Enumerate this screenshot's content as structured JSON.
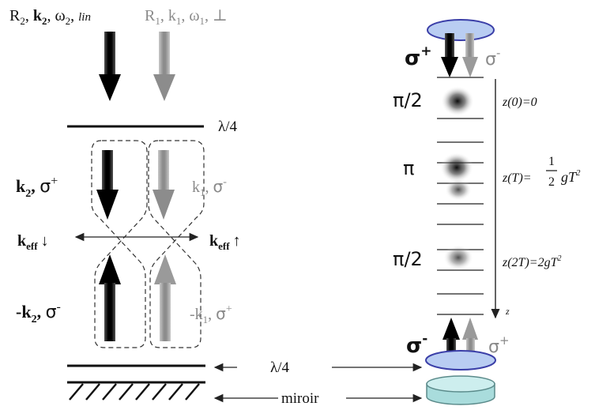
{
  "left": {
    "beam2": {
      "R": "R",
      "Rsub": "2",
      "k": "k",
      "ksub": "2",
      "w": "ω",
      "wsub": "2",
      "pol": "lin",
      "sep": ", "
    },
    "beam1": {
      "R": "R",
      "Rsub": "1",
      "k": "k",
      "ksub": "1",
      "w": "ω",
      "wsub": "1",
      "pol": "⊥",
      "sep": ", "
    },
    "quarter_wave_top": "λ/4",
    "up_left": {
      "k": "k",
      "ksub": "2",
      "sep": ", ",
      "sigma": "σ",
      "sup": "+"
    },
    "up_right": {
      "k": "k",
      "ksub": "1",
      "sep": ", ",
      "sigma": "σ",
      "sup": "-"
    },
    "keff_left": {
      "k": "k",
      "sub": "eff",
      "arrow": "↓"
    },
    "keff_right": {
      "k": "k",
      "sub": "eff",
      "arrow": "↑"
    },
    "down_left": {
      "prefix": "-",
      "k": "k",
      "ksub": "2",
      "sep": ", ",
      "sigma": "σ",
      "sup": "-"
    },
    "down_right": {
      "prefix": "-",
      "k": "k",
      "ksub": "1",
      "sep": ", ",
      "sigma": "σ",
      "sup": "+"
    },
    "quarter_wave_bottom": "λ/4",
    "mirror": "miroir"
  },
  "right": {
    "top_sigma_left": {
      "sigma": "σ",
      "sup": "+"
    },
    "top_sigma_right": {
      "sigma": "σ",
      "sup": "-"
    },
    "pulse1": "π/2",
    "pulse2": "π",
    "pulse3": "π/2",
    "z0": "z(0)=0",
    "zT_prefix": "z(T)=",
    "zT_num": "1",
    "zT_den": "2",
    "zT_var": "gT",
    "zT_sup": "2",
    "z2T": "z(2T)=2gT",
    "z2T_sup": "2",
    "axis_label": "z",
    "bottom_sigma_left": {
      "sigma": "σ",
      "sup": "-"
    },
    "bottom_sigma_right": {
      "sigma": "σ",
      "sup": "+"
    }
  },
  "colors": {
    "black_beam": "#111111",
    "gray_beam": "#9a9a9a",
    "gray_text": "#8a8a8a",
    "waveplate_fill": "#b9cdf2",
    "waveplate_stroke": "#3b3fa8",
    "mirror_fill": "#bfe6e6",
    "mirror_stroke": "#5a8a8a"
  }
}
